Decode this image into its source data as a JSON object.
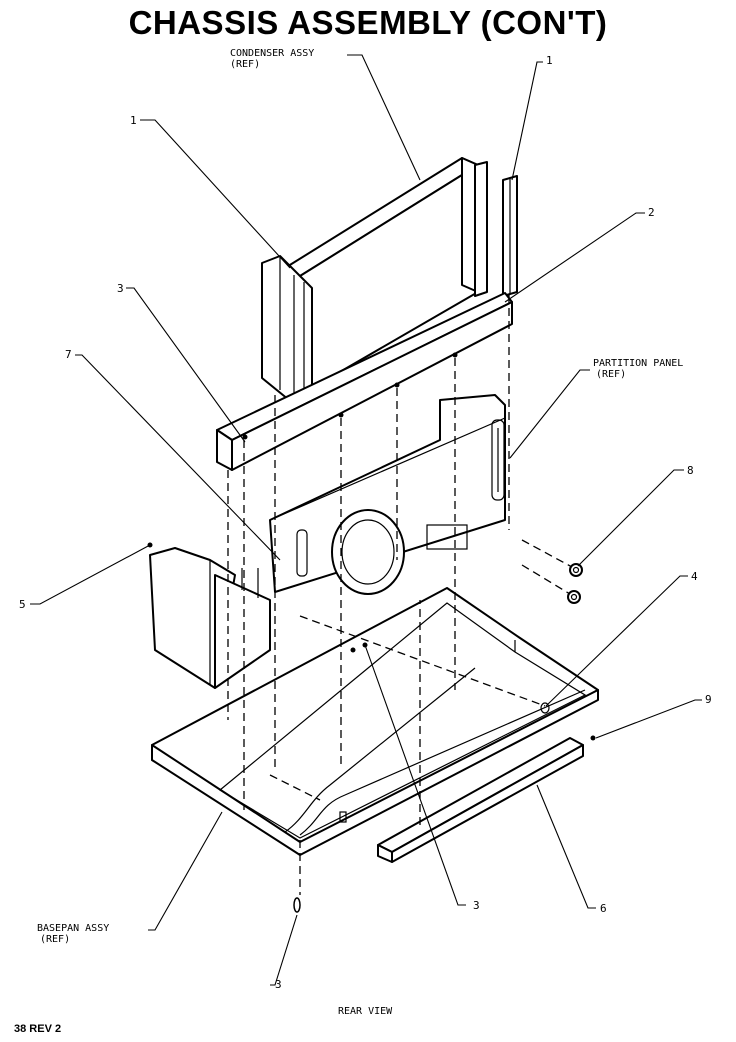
{
  "title": "CHASSIS ASSEMBLY (CON'T)",
  "labels": {
    "condenser_assy": "CONDENSER ASSY",
    "condenser_ref": "(REF)",
    "partition_panel": "PARTITION PANEL",
    "partition_ref": "(REF)",
    "basepan_assy": "BASEPAN ASSY",
    "basepan_ref": "(REF)"
  },
  "callouts": {
    "c1_top_right": "1",
    "c1_left": "1",
    "c2": "2",
    "c3_upper": "3",
    "c7": "7",
    "c8": "8",
    "c4": "4",
    "c5": "5",
    "c9": "9",
    "c3_lower": "3",
    "c6": "6",
    "c3_bottom": "3"
  },
  "view_caption": "REAR VIEW",
  "footer_code": "38 REV 2"
}
